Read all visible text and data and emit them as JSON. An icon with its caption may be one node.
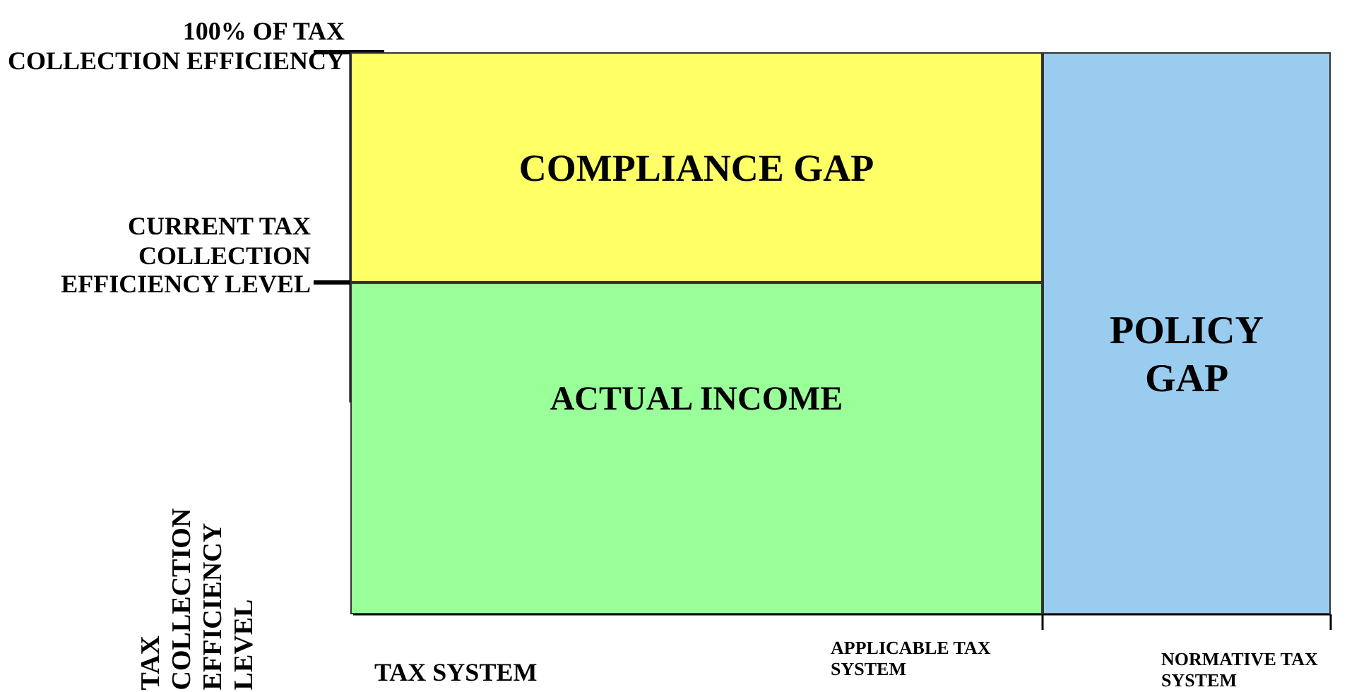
{
  "diagram": {
    "nodes": [
      {
        "text": [
          "COMPLIANCE GAP"
        ]
      },
      {
        "text": [
          "ACTUAL INCOME"
        ]
      },
      {
        "text": [
          "POLICY GAP"
        ]
      }
    ],
    "labels": [
      "100% OF TAX COLLECTION EFFICIENCY",
      "CURRENT TAX COLLECTION EFFICIENCY LEVEL",
      "TAX COLLECTION EFFICIENCY LEVEL",
      "TAX SYSTEM",
      "APPLICABLE TAX SYSTEM",
      "NORMATIVE TAX SYSTEM"
    ]
  }
}
